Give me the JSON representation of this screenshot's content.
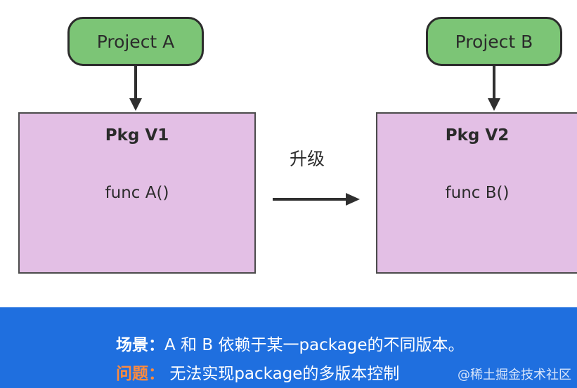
{
  "projects": {
    "a": "Project A",
    "b": "Project B"
  },
  "packages": {
    "v1": {
      "title": "Pkg V1",
      "func": "func A()"
    },
    "v2": {
      "title": "Pkg V2",
      "func": "func B()"
    }
  },
  "transition": {
    "label": "升级"
  },
  "caption": {
    "scene_label": "场景",
    "scene_sep": "：",
    "scene_text": "A 和 B 依赖于某一package的不同版本。",
    "problem_label": "问题",
    "problem_sep": "：",
    "problem_text": "无法实现package的多版本控制"
  },
  "watermark": "@稀土掘金技术社区",
  "colors": {
    "project_fill": "#7cc576",
    "package_fill": "#e3bfe5",
    "caption_bg": "#1f6fdf",
    "problem_label": "#ff8a3d"
  }
}
